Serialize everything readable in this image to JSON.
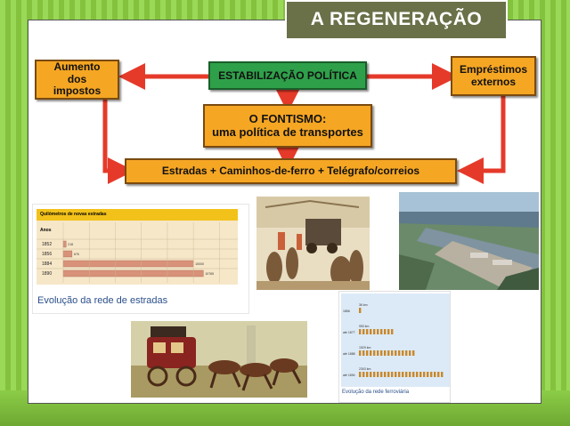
{
  "title": "A REGENERAÇÃO",
  "diagram": {
    "taxes": "Aumento dos impostos",
    "stability": "ESTABILIZAÇÃO POLÍTICA",
    "loans": "Empréstimos externos",
    "fontismo_line1": "O FONTISMO:",
    "fontismo_line2": "uma política de transportes",
    "infrastructure": "Estradas + Caminhos-de-ferro + Telégrafo/correios"
  },
  "roads_chart": {
    "header": "Quilómetros de novas estradas",
    "col_label": "Anos",
    "caption": "Evolução da rede de estradas",
    "chart_data": {
      "type": "bar",
      "categories": [
        "1852",
        "1856",
        "1884",
        "1890"
      ],
      "values": [
        218,
        676,
        10000,
        10765
      ],
      "data_labels": [
        "218",
        "676",
        "10000",
        "10765"
      ],
      "xlim": [
        0,
        13000
      ]
    }
  },
  "rail_chart": {
    "caption": "Evolução da rede ferroviária",
    "chart_data": {
      "type": "bar",
      "categories": [
        "1856",
        "até 1877",
        "até 1888",
        "até 1894"
      ],
      "values": [
        36,
        953,
        1529,
        2303
      ],
      "data_labels": [
        "36 km",
        "953 km",
        "1529 km",
        "2303 km"
      ]
    }
  }
}
